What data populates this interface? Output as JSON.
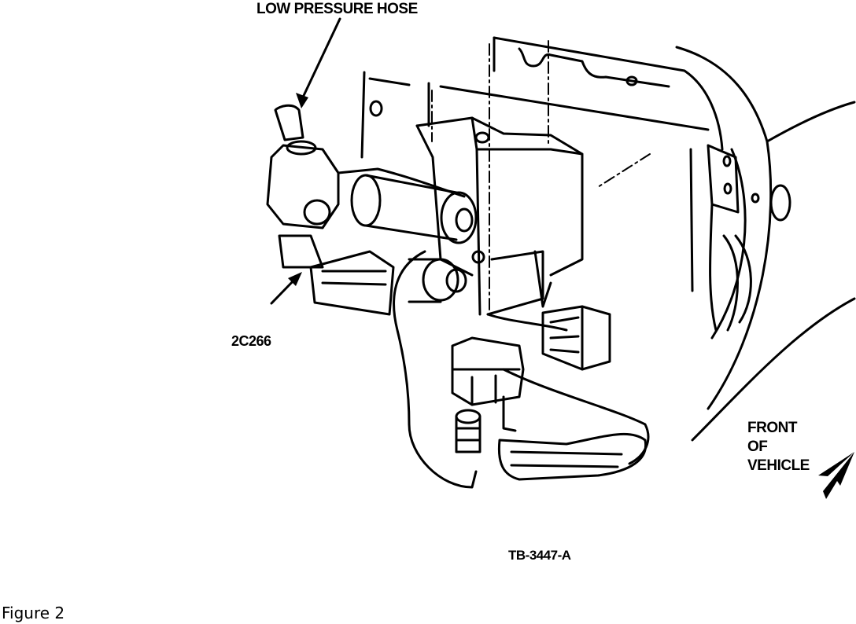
{
  "callouts": {
    "low_pressure_hose": "LOW PRESSURE HOSE",
    "part_number": "2C266",
    "front_of_vehicle": [
      "FRONT",
      "OF",
      "VEHICLE"
    ],
    "illustration_code": "TB-3447-A"
  },
  "caption": "Figure 2",
  "colors": {
    "ink": "#000000",
    "paper": "#ffffff"
  }
}
